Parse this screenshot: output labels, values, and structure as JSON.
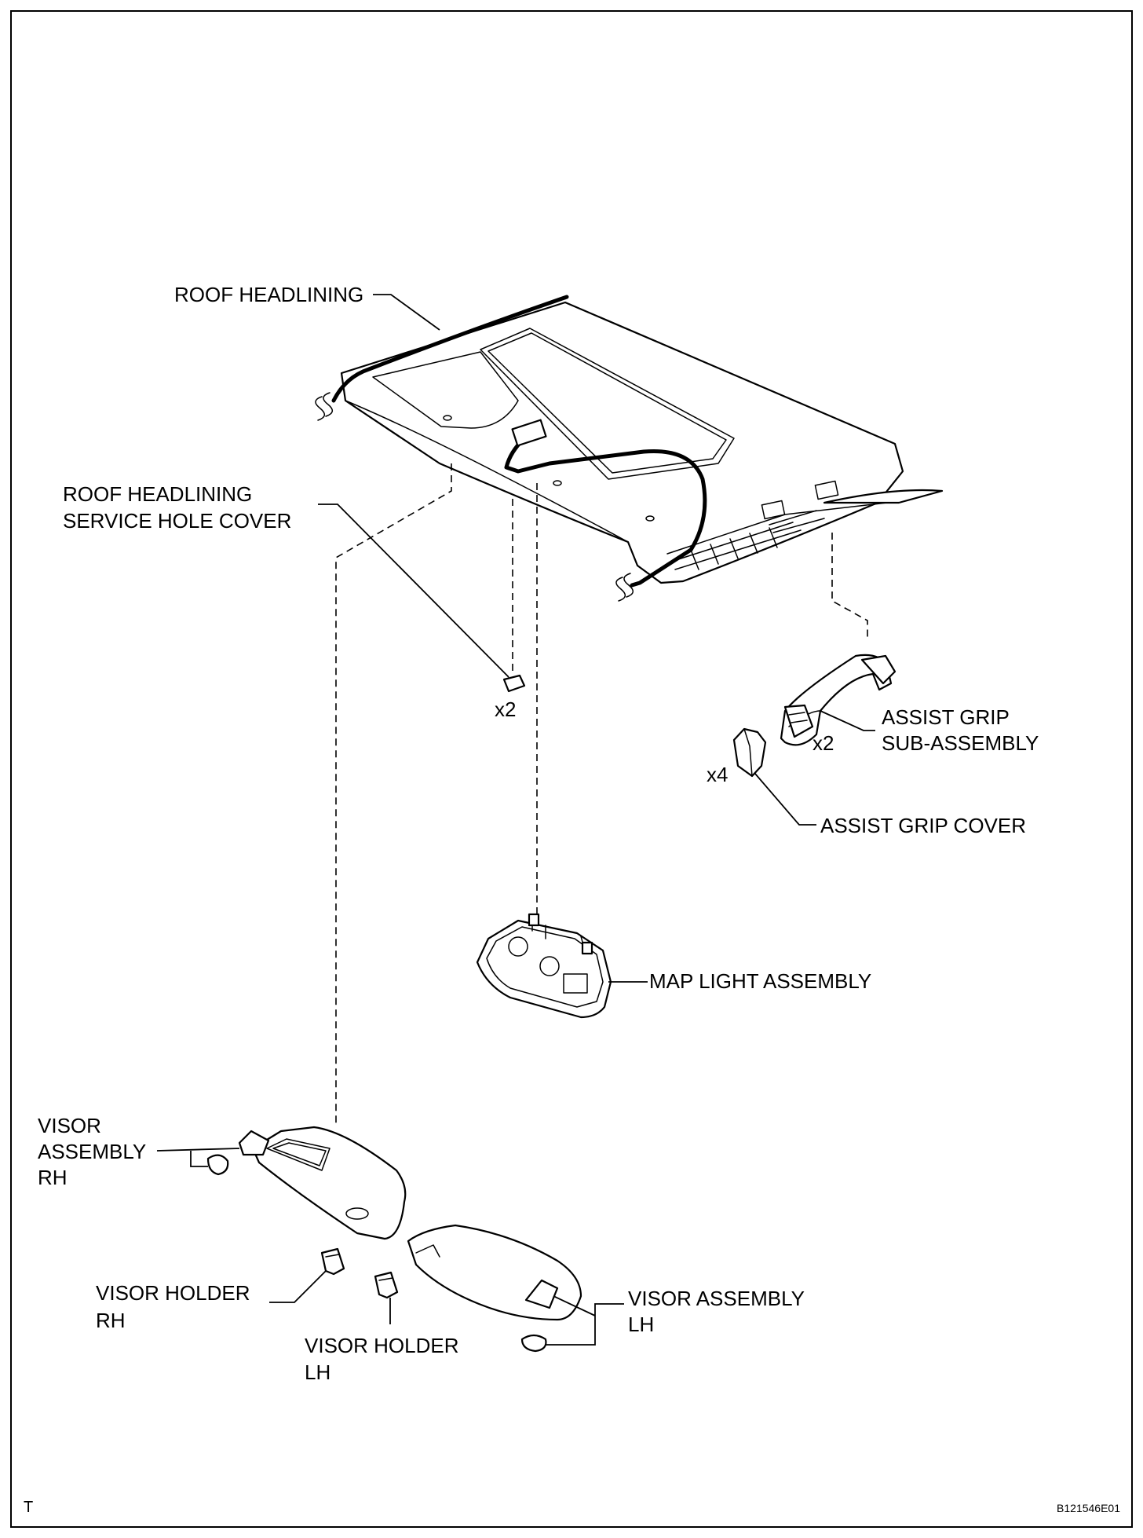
{
  "labels": {
    "roof_headlining": "ROOF HEADLINING",
    "service_cover_l1": "ROOF HEADLINING",
    "service_cover_l2": "SERVICE HOLE COVER",
    "service_cover_qty": "x2",
    "assist_grip_l1": "ASSIST GRIP",
    "assist_grip_l2": "SUB-ASSEMBLY",
    "assist_grip_qty": "x2",
    "assist_grip_cover": "ASSIST GRIP COVER",
    "assist_grip_cover_qty": "x4",
    "map_light": "MAP LIGHT ASSEMBLY",
    "visor_rh_l1": "VISOR",
    "visor_rh_l2": "ASSEMBLY",
    "visor_rh_l3": "RH",
    "visor_holder_rh_l1": "VISOR HOLDER",
    "visor_holder_rh_l2": "RH",
    "visor_holder_lh_l1": "VISOR HOLDER",
    "visor_holder_lh_l2": "LH",
    "visor_lh_l1": "VISOR ASSEMBLY",
    "visor_lh_l2": "LH"
  },
  "footer": {
    "corner_mark": "T",
    "figure_code": "B121546E01"
  }
}
